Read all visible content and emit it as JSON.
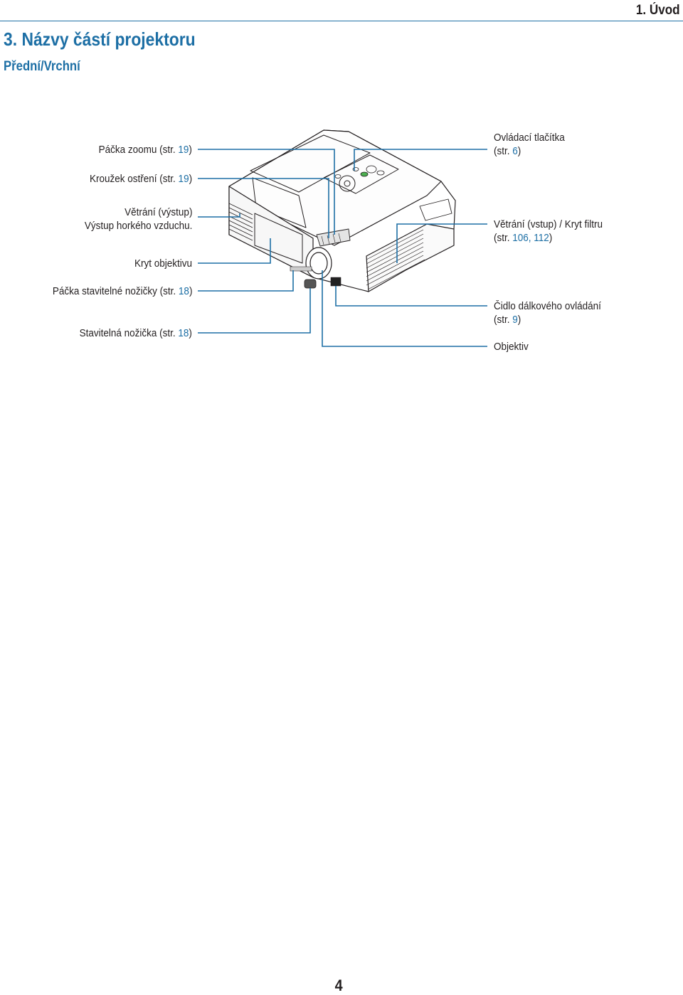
{
  "header": {
    "chapter": "1. Úvod",
    "section_title": "3. Názvy částí projektoru",
    "subsection_title": "Přední/Vrchní"
  },
  "labels": {
    "zoom_lever": {
      "text": "Páčka zoomu (str. ",
      "page": "19",
      "close": ")"
    },
    "focus_ring": {
      "text": "Kroužek ostření (str. ",
      "page": "19",
      "close": ")"
    },
    "vent_out_line1": "Větrání (výstup)",
    "vent_out_line2": "Výstup horkého vzduchu.",
    "lens_cover": "Kryt objektivu",
    "foot_lever": {
      "text": "Páčka stavitelné nožičky (str. ",
      "page": "18",
      "close": ")"
    },
    "adjustable_foot": {
      "text": "Stavitelná nožička (str. ",
      "page": "18",
      "close": ")"
    },
    "controls_line1": "Ovládací tlačítka",
    "controls_line2": {
      "text": "(str. ",
      "page": "6",
      "close": ")"
    },
    "vent_in_line1": "Větrání (vstup) / Kryt filtru",
    "vent_in_line2": {
      "text": "(str. ",
      "page": "106, 112",
      "close": ")"
    },
    "remote_sensor_line1": "Čidlo dálkového ovládání",
    "remote_sensor_line2": {
      "text": "(str. ",
      "page": "9",
      "close": ")"
    },
    "lens": "Objektiv"
  },
  "page_number": "4",
  "colors": {
    "accent": "#1d6fa5",
    "text": "#231f20"
  }
}
